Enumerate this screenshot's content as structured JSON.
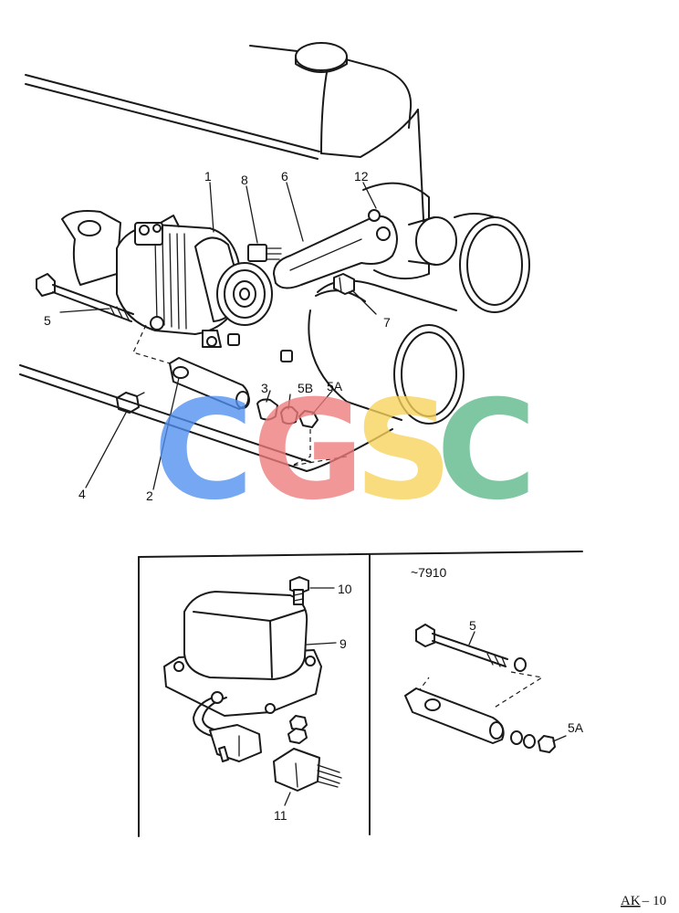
{
  "callouts": {
    "c1": "1",
    "c2": "2",
    "c3": "3",
    "c4": "4",
    "c5": "5",
    "c5b": "5B",
    "c5a": "5A",
    "c6": "6",
    "c7": "7",
    "c8": "8",
    "c9": "9",
    "c10": "10",
    "c11": "11",
    "c12": "12",
    "inset_c5": "5",
    "inset_c5a": "5A"
  },
  "inset": {
    "serial_note": "~7910"
  },
  "watermark": {
    "letters": [
      "C",
      "G",
      "S",
      "C"
    ],
    "colors": [
      "#4f8ff0",
      "#ef7a7a",
      "#f7d35a",
      "#5cb88a"
    ]
  },
  "footer": {
    "page_code_prefix": "AK",
    "page_code_sep": "–",
    "page_code_num": "10"
  }
}
